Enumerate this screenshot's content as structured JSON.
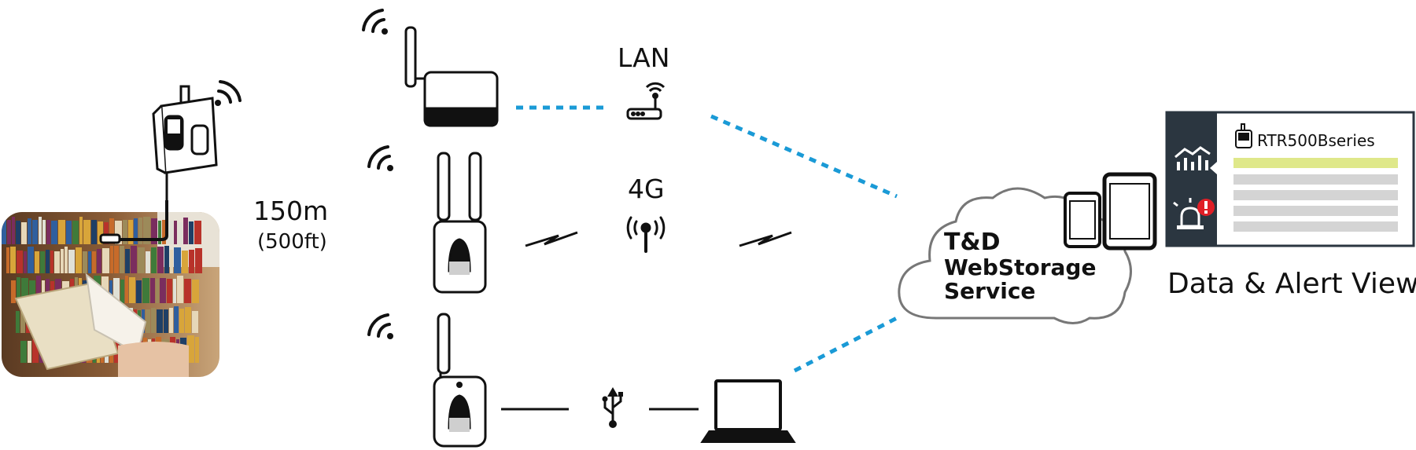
{
  "range": {
    "distance": "150m",
    "distance_alt": "(500ft)"
  },
  "connections": {
    "lan_label": "LAN",
    "cellular_label": "4G"
  },
  "cloud": {
    "line1": "T&D",
    "line2": "WebStorage",
    "line3": "Service"
  },
  "viewer": {
    "device_name": "RTR500Bseries",
    "caption": "Data & Alert View",
    "sidebar_color": "#2b3640",
    "highlight_row_color": "#dfe88a",
    "row_color": "#d4d4d4",
    "alert_color": "#e01e26"
  },
  "colors": {
    "link_dotted": "#1a9ad6"
  },
  "icons": [
    "wifi-icon",
    "router-icon",
    "antenna-icon",
    "usb-icon",
    "laptop-icon",
    "smartphone-icon",
    "tablet-icon",
    "chart-icon",
    "alarm-icon"
  ]
}
